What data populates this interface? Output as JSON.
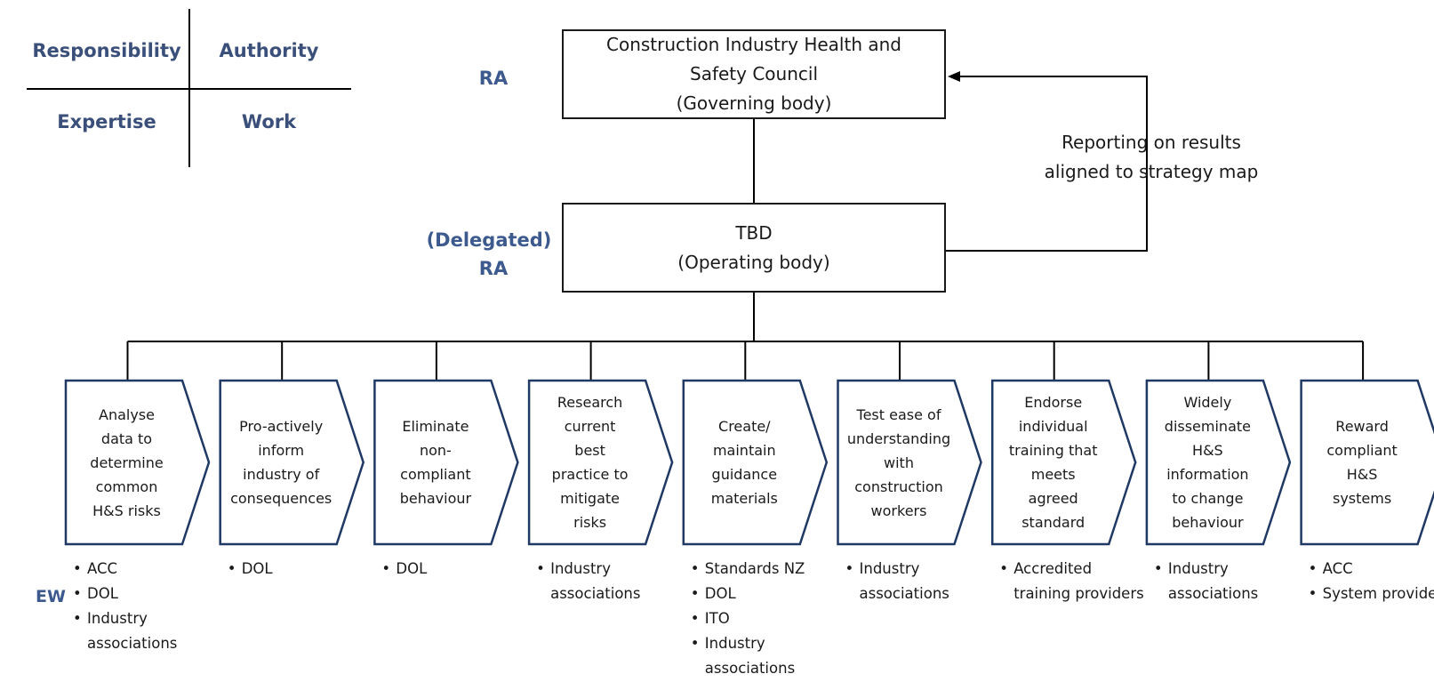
{
  "legend": {
    "top_left": "Responsibility",
    "top_right": "Authority",
    "bottom_left": "Expertise",
    "bottom_right": "Work"
  },
  "roles": {
    "council_role": "RA",
    "operating_role_line1": "(Delegated)",
    "operating_role_line2": "RA",
    "steps_role": "EW"
  },
  "council_box": {
    "line1": "Construction Industry Health and",
    "line2": "Safety Council",
    "line3": "(Governing body)"
  },
  "operating_box": {
    "line1": "TBD",
    "line2": "(Operating body)"
  },
  "feedback_label": {
    "line1": "Reporting on results",
    "line2": "aligned to strategy map"
  },
  "colors": {
    "outline": "#1f3864",
    "role_text": "#3d5a8e",
    "line": "#000000"
  },
  "steps": [
    {
      "label": "Analyse\ndata to\ndetermine\ncommon\nH&S risks",
      "responsible": [
        "ACC",
        "DOL",
        "Industry associations"
      ]
    },
    {
      "label": "Pro-actively\ninform\nindustry of\nconsequences",
      "responsible": [
        "DOL"
      ]
    },
    {
      "label": "Eliminate\nnon-\ncompliant\nbehaviour",
      "responsible": [
        "DOL"
      ]
    },
    {
      "label": "Research\ncurrent\nbest\npractice to\nmitigate\nrisks",
      "responsible": [
        "Industry associations"
      ]
    },
    {
      "label": "Create/\nmaintain\nguidance\nmaterials",
      "responsible": [
        "Standards NZ",
        "DOL",
        "ITO",
        "Industry associations"
      ]
    },
    {
      "label": "Test ease of\nunderstanding\nwith\nconstruction\nworkers",
      "responsible": [
        "Industry associations"
      ]
    },
    {
      "label": "Endorse\nindividual\ntraining that\nmeets\nagreed\nstandard",
      "responsible": [
        "Accredited training providers"
      ]
    },
    {
      "label": "Widely\ndisseminate\nH&S\ninformation\nto change\nbehaviour",
      "responsible": [
        "Industry associations"
      ]
    },
    {
      "label": "Reward\ncompliant\nH&S\nsystems",
      "responsible": [
        "ACC",
        "System providers"
      ]
    }
  ]
}
